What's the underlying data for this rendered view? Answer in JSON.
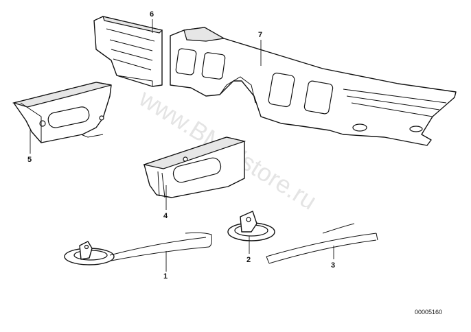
{
  "diagram": {
    "callouts": [
      {
        "id": "1",
        "label": "1"
      },
      {
        "id": "2",
        "label": "2"
      },
      {
        "id": "3",
        "label": "3"
      },
      {
        "id": "4",
        "label": "4"
      },
      {
        "id": "5",
        "label": "5"
      },
      {
        "id": "6",
        "label": "6"
      },
      {
        "id": "7",
        "label": "7"
      }
    ],
    "diagram_code": "00005160",
    "watermark": "www.BMWstore.ru"
  },
  "colors": {
    "line": "#111111",
    "background": "#ffffff",
    "watermark": "#cfcfcf"
  }
}
